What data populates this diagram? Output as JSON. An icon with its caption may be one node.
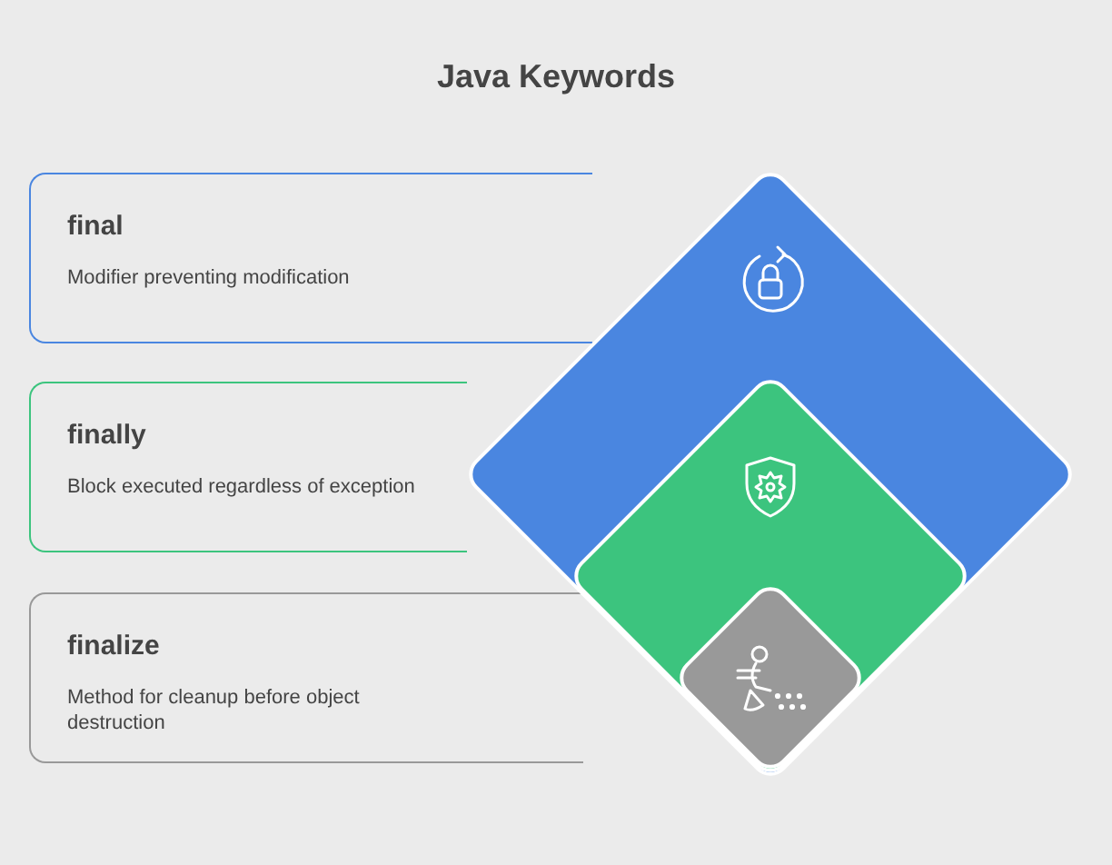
{
  "diagram": {
    "title": "Java Keywords",
    "nodes": [
      {
        "text": [
          "final",
          "Modifier preventing modification"
        ]
      },
      {
        "text": [
          "finally",
          "Block executed regardless of exception"
        ]
      },
      {
        "text": [
          "finalize",
          "Method for cleanup before object destruction"
        ]
      }
    ],
    "edges": []
  }
}
